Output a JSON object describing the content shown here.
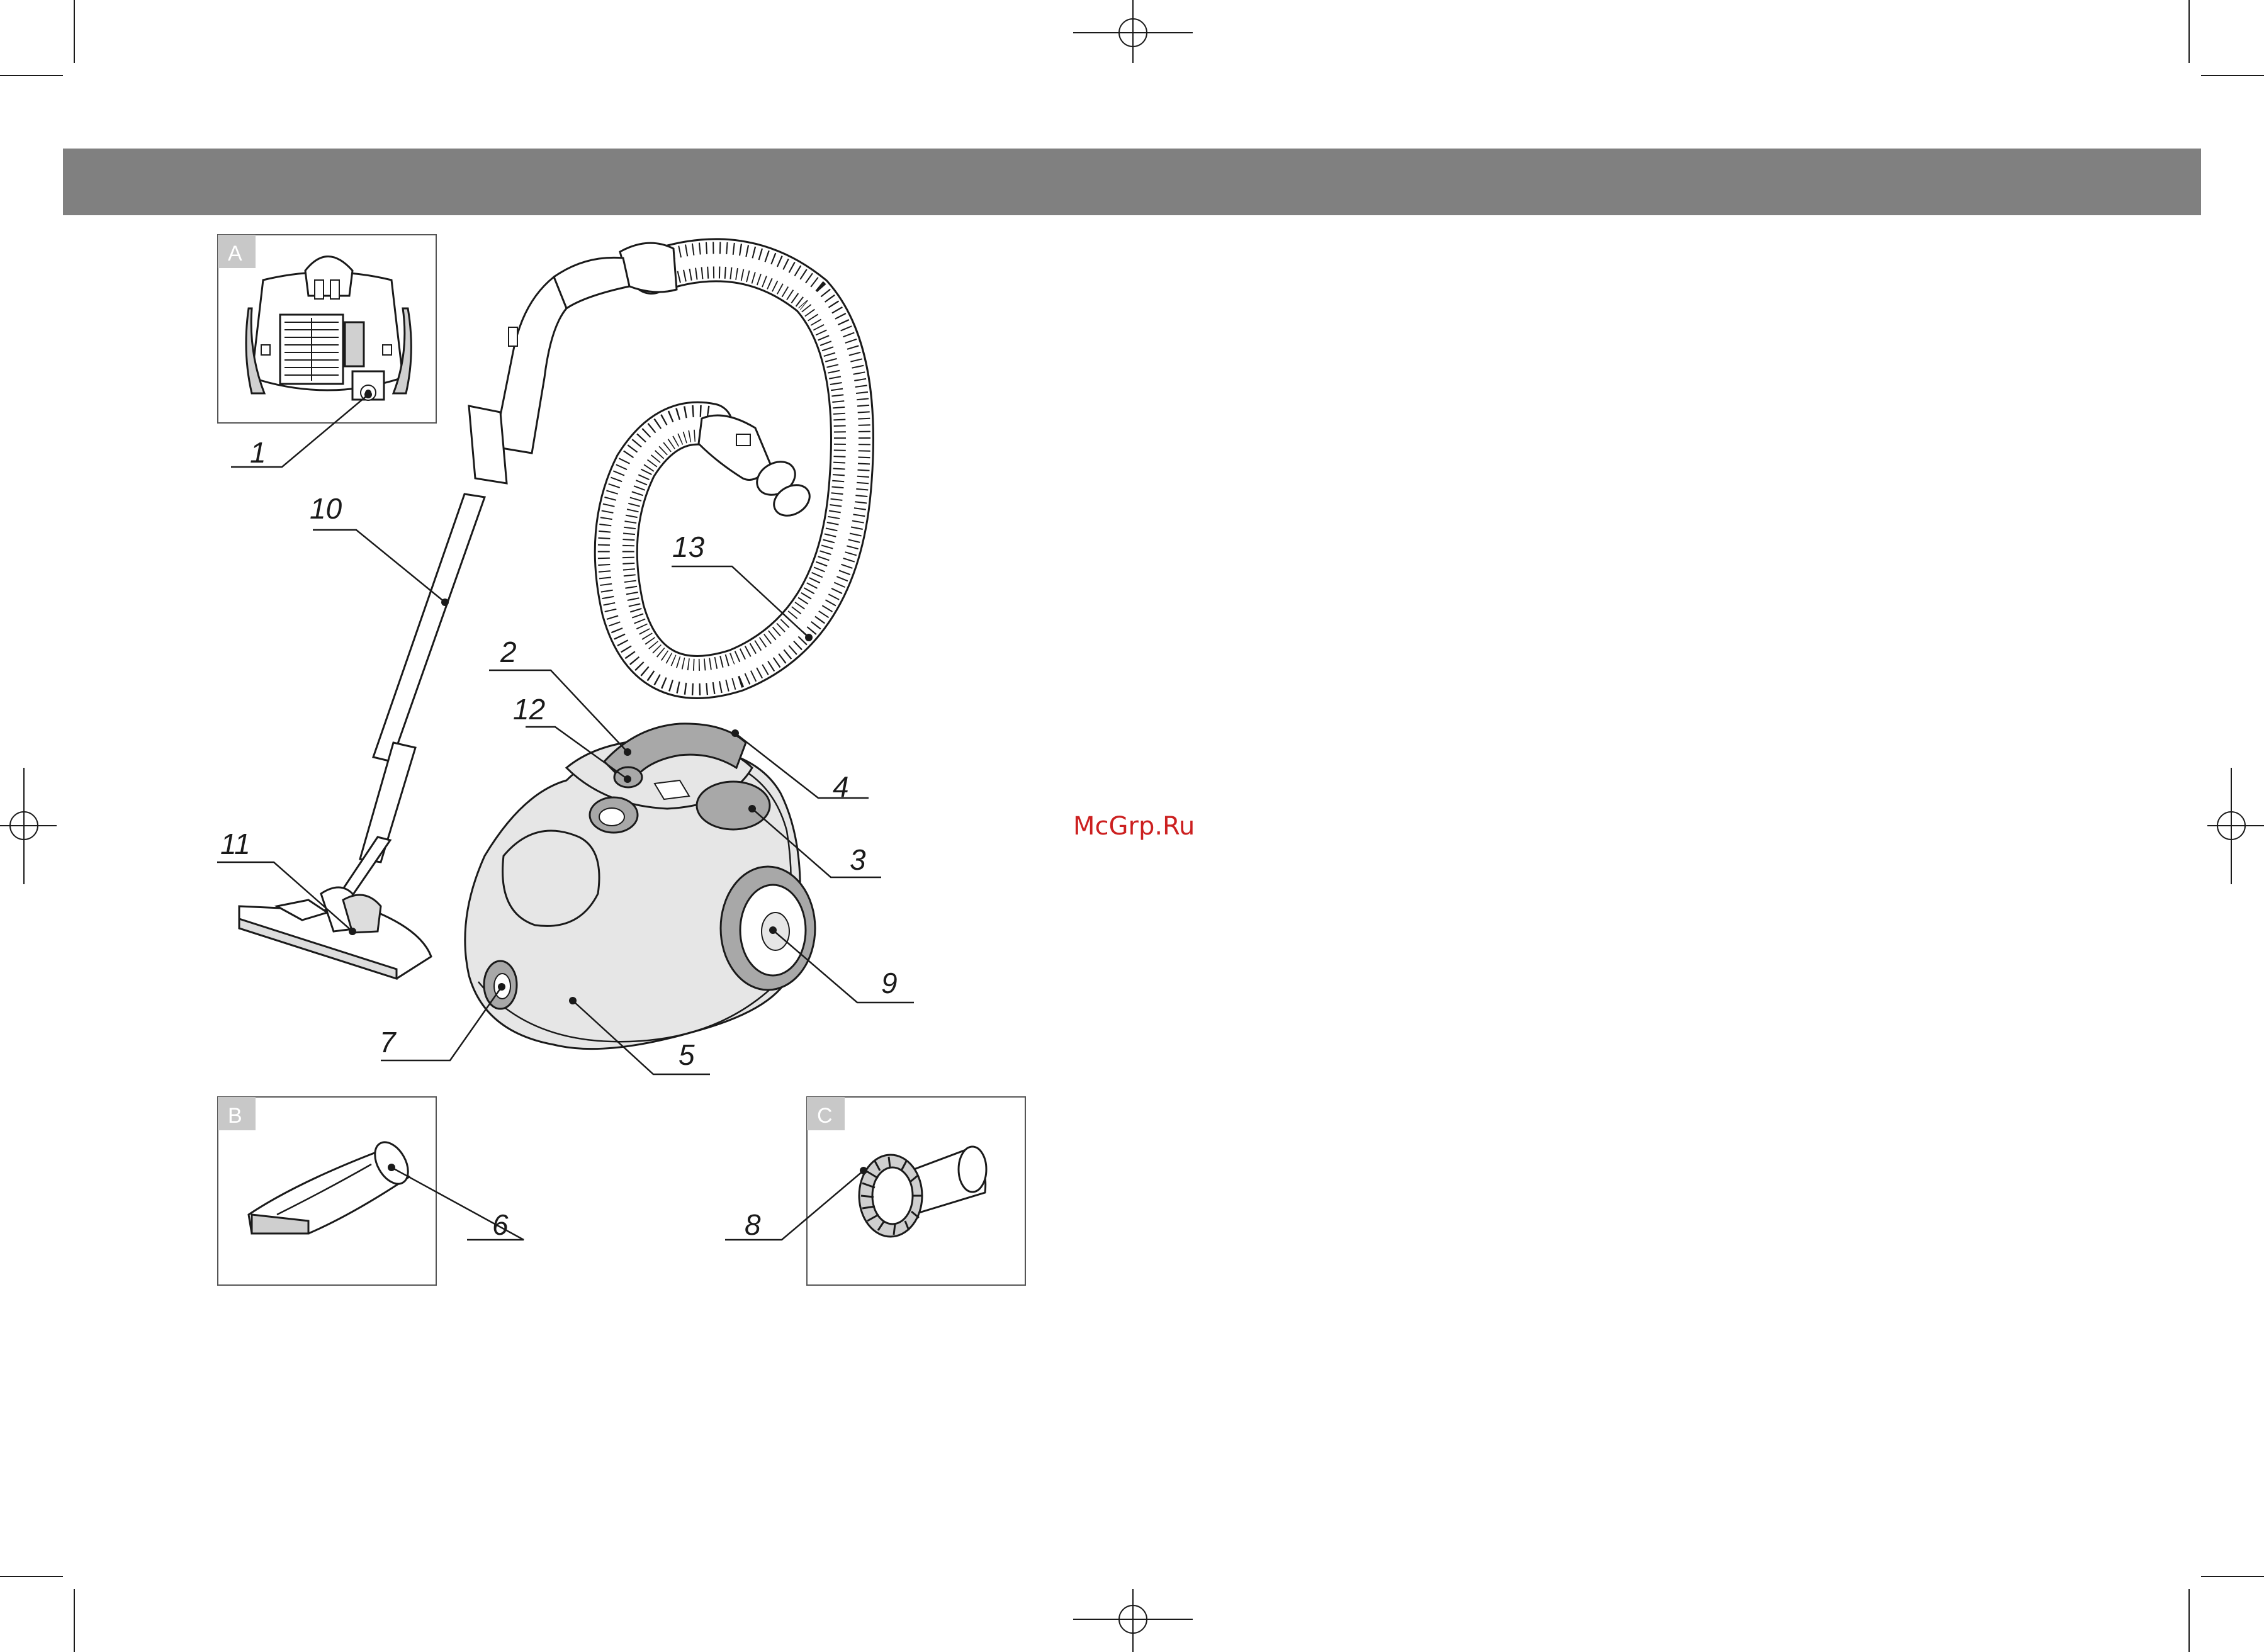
{
  "header_bar": {
    "color": "#808080"
  },
  "watermark": {
    "text": "McGrp.Ru",
    "color": "#cc2020"
  },
  "panels": [
    {
      "id": "A",
      "label": "A"
    },
    {
      "id": "B",
      "label": "B"
    },
    {
      "id": "C",
      "label": "C"
    }
  ],
  "callouts": [
    "1",
    "2",
    "3",
    "4",
    "5",
    "6",
    "7",
    "8",
    "9",
    "10",
    "11",
    "12",
    "13"
  ],
  "colors": {
    "body_fill": "#e6e6e6",
    "handle_fill": "#a8a8a8",
    "line": "#1a1a1a",
    "panel_badge": "#c8c8c8"
  }
}
